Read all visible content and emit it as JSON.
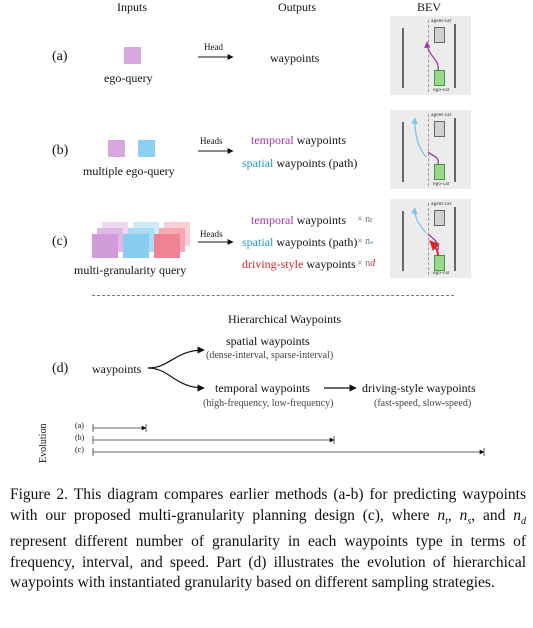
{
  "headers": {
    "inputs": "Inputs",
    "outputs": "Outputs",
    "bev": "BEV"
  },
  "rows": {
    "a": {
      "label": "(a)",
      "input": "ego-query",
      "arrow": "Head",
      "out1": "waypoints"
    },
    "b": {
      "label": "(b)",
      "input": "multiple ego-query",
      "arrow": "Heads",
      "out1_word": "temporal",
      "out1_rest": " waypoints",
      "out2_word": "spatial",
      "out2_rest": " waypoints (path)"
    },
    "c": {
      "label": "(c)",
      "input": "multi-granularity query",
      "arrow": "Heads",
      "out1_word": "temporal",
      "out1_rest": " waypoints",
      "out1_mult": "× n",
      "out2_word": "spatial",
      "out2_rest": " waypoints (path)",
      "out2_mult": "× n",
      "out3_word": "driving-style",
      "out3_rest": " waypoints",
      "out3_mult": "× n"
    },
    "d": {
      "label": "(d)"
    }
  },
  "bev_labels": {
    "agent": "agent-car",
    "ego": "ego-car"
  },
  "hier": {
    "title": "Hierarchical Waypoints",
    "root": "waypoints",
    "spatial": "spatial waypoints",
    "spatial_sub": "(dense-interval, sparse-interval)",
    "temporal": "temporal waypoints",
    "temporal_sub": "(high-frequency, low-frequency)",
    "style": "driving-style waypoints",
    "style_sub": "(fast-speed, slow-speed)"
  },
  "evolution": {
    "title": "Evolution",
    "a": "(a)",
    "b": "(b)",
    "c": "(c)"
  },
  "caption": {
    "p1": "Figure 2. This diagram compares earlier methods (a-b) for predicting waypoints with our proposed multi-granularity planning design (c), where ",
    "nt": "n",
    "p2": ", ",
    "ns": "n",
    "p3": ", and ",
    "nd": "n",
    "p4": " represent different number of granularity in each waypoints type in terms of frequency, interval, and speed. Part (d) illustrates the evolution of hierarchical waypoints with instantiated granularity based on different sampling strategies."
  },
  "colors": {
    "purple": "#a03aa8",
    "blue": "#1d9ad6",
    "red": "#d42a2a"
  }
}
